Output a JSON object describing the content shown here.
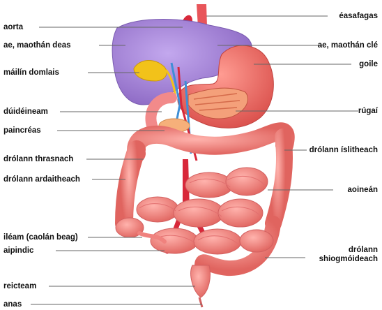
{
  "diagram": {
    "labels_left": [
      {
        "id": "aorta",
        "text": "aorta"
      },
      {
        "id": "liver-right",
        "text": "ae, maothán deas"
      },
      {
        "id": "gallbladder",
        "text": "máilín domlais"
      },
      {
        "id": "duodenum",
        "text": "dúidéineam"
      },
      {
        "id": "pancreas",
        "text": "paincréas"
      },
      {
        "id": "transverse-colon",
        "text": "drólann thrasnach"
      },
      {
        "id": "ascending-colon",
        "text": "drólann ardaitheach"
      },
      {
        "id": "ileum",
        "text": "iléam (caolán beag)"
      },
      {
        "id": "appendix",
        "text": "aipindic"
      },
      {
        "id": "rectum",
        "text": "reicteam"
      },
      {
        "id": "anus",
        "text": "anas"
      }
    ],
    "labels_right": [
      {
        "id": "esophagus",
        "text": "éasafagas"
      },
      {
        "id": "liver-left",
        "text": "ae, maothán clé"
      },
      {
        "id": "stomach",
        "text": "goile"
      },
      {
        "id": "rugae",
        "text": "rúgaí"
      },
      {
        "id": "descending-colon",
        "text": "drólann íslitheach"
      },
      {
        "id": "jejunum",
        "text": "aoineán"
      },
      {
        "id": "sigmoid-colon",
        "text": "drólann shiogmóideach"
      }
    ]
  },
  "colors": {
    "liver": "#a98bd8",
    "liver_dark": "#8e6cc4",
    "gallbladder": "#f2c21a",
    "intestine": "#f28a8a",
    "intestine_dark": "#d95f5f",
    "stomach": "#f06a6a",
    "artery": "#d8283a",
    "vein": "#3f8fd6",
    "pancreas": "#f6b07a",
    "leader_line": "#555555"
  }
}
